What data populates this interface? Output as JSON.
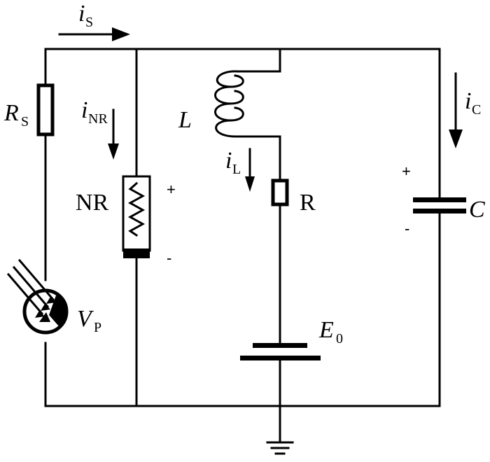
{
  "labels": {
    "is_main": "i",
    "is_sub": "S",
    "rs_main": "R",
    "rs_sub": "S",
    "inr_main": "i",
    "inr_sub": "NR",
    "nr": "NR",
    "l": "L",
    "il_main": "i",
    "il_sub": "L",
    "r": "R",
    "ic_main": "i",
    "ic_sub": "C",
    "c": "C",
    "vp_main": "V",
    "vp_sub": "P",
    "e0_main": "E",
    "e0_sub": "0"
  },
  "polarity": {
    "nr_plus": "+",
    "nr_minus": "-",
    "c_plus": "+",
    "c_minus": "-"
  }
}
